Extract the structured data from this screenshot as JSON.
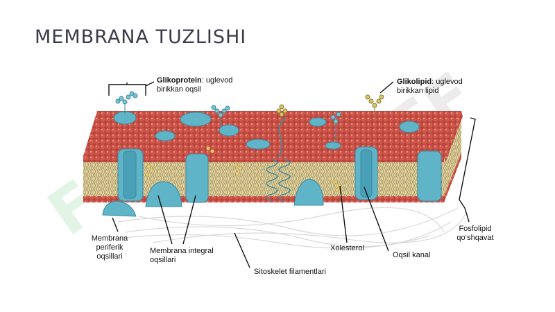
{
  "slide": {
    "title": "MEMBRANA TUZLISHI"
  },
  "labels": {
    "glycoprotein": {
      "bold": "Glikoprotein",
      "rest": ": uglevod",
      "line2": "birikkan oqsil"
    },
    "glycolipid": {
      "bold": "Glikolipid",
      "rest": ": uglevod",
      "line2": "birikkan lipid"
    },
    "peripheral": [
      "Membrana",
      "periferik",
      "oqsillari"
    ],
    "integral": [
      "Membrana integral",
      "oqsillari"
    ],
    "cytoskeleton": "Sitoskelet filamentlari",
    "cholesterol": "Xolesterol",
    "channel": "Oqsil kanal",
    "bilayer": [
      "Fosfolipid",
      "qo‘shqavat"
    ]
  },
  "colors": {
    "head": "#c9544a",
    "head_dark": "#9b3a34",
    "tail": "#c9b27a",
    "protein": "#5fb4c8",
    "protein_dark": "#3b8aa0",
    "sugar": "#5aa6b8",
    "cholesterol": "#e8c86a"
  },
  "watermark": {
    "text": "FF"
  }
}
